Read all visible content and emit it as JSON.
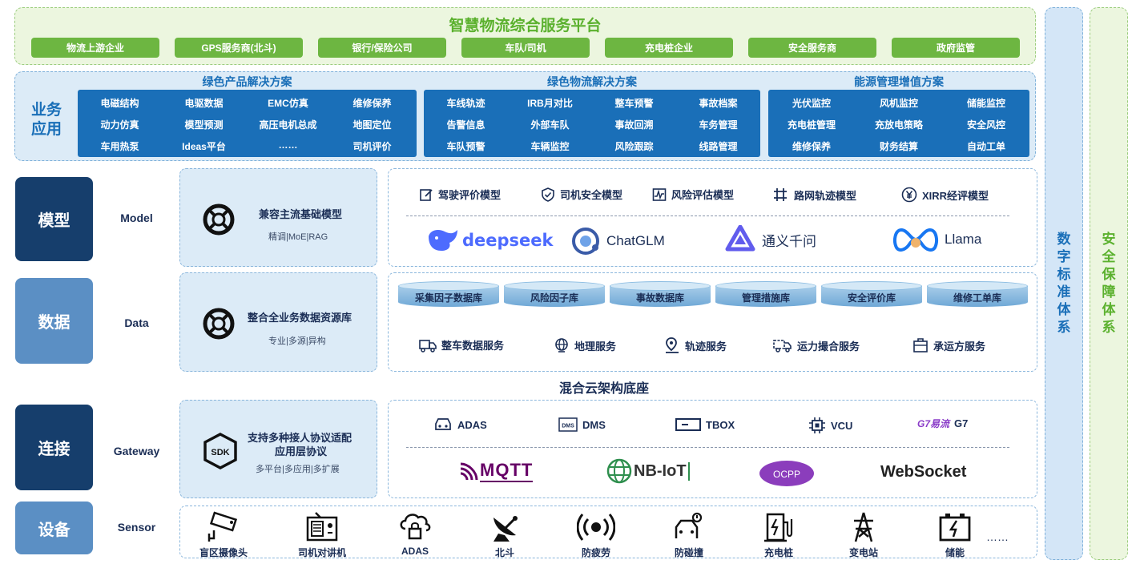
{
  "platform": {
    "title": "智慧物流综合服务平台",
    "items": [
      "物流上游企业",
      "GPS服务商(北斗)",
      "银行/保险公司",
      "车队/司机",
      "充电桩企业",
      "安全服务商",
      "政府监管"
    ]
  },
  "business": {
    "label": "业务应用",
    "panels": [
      {
        "title": "绿色产品解决方案",
        "cells": [
          [
            "电磁结构",
            "电驱数据",
            "EMC仿真",
            "维修保养"
          ],
          [
            "动力仿真",
            "模型预测",
            "高压电机总成",
            "地图定位"
          ],
          [
            "车用热泵",
            "Ideas平台",
            "……",
            "司机评价"
          ]
        ]
      },
      {
        "title": "绿色物流解决方案",
        "cells": [
          [
            "车线轨迹",
            "IRB月对比",
            "整车预警",
            "事故档案"
          ],
          [
            "告警信息",
            "外部车队",
            "事故回溯",
            "车务管理"
          ],
          [
            "车队预警",
            "车辆监控",
            "风险跟踪",
            "线路管理"
          ]
        ]
      },
      {
        "title": "能源管理增值方案",
        "cells": [
          [
            "光伏监控",
            "风机监控",
            "储能监控"
          ],
          [
            "充电桩管理",
            "充放电策略",
            "安全风控"
          ],
          [
            "维修保养",
            "财务结算",
            "自动工单"
          ]
        ]
      }
    ]
  },
  "strips": {
    "standard": "数字标准体系",
    "security": "安全保障体系"
  },
  "layers": {
    "model": {
      "label": "模型",
      "en": "Model",
      "title": "兼容主流基础模型",
      "sub": "精调|MoE|RAG",
      "tools": [
        "驾驶评价模型",
        "司机安全模型",
        "风险评估模型",
        "路网轨迹模型",
        "XIRR经评模型"
      ],
      "logos": [
        "deepseek",
        "ChatGLM",
        "通义千问",
        "Llama"
      ]
    },
    "data": {
      "label": "数据",
      "en": "Data",
      "title": "整合全业务数据资源库",
      "sub": "专业|多源|异构",
      "dbs": [
        "采集因子数据库",
        "风险因子库",
        "事故数据库",
        "管理措施库",
        "安全评价库",
        "维修工单库"
      ],
      "services": [
        "整车数据服务",
        "地理服务",
        "轨迹服务",
        "运力撮合服务",
        "承运方服务"
      ]
    },
    "cloud": "混合云架构底座",
    "gateway": {
      "label": "连接",
      "en": "Gateway",
      "title1": "支持多种接人协议适配",
      "title2": "应用层协议",
      "sub": "多平台|多应用|多扩展",
      "sdk": "SDK",
      "devices": [
        "ADAS",
        "DMS",
        "TBOX",
        "VCU",
        "G7"
      ],
      "dms_badge": "DMS",
      "g7_badge": "G7易流",
      "protocols": {
        "mqtt": "MQTT",
        "nbiot": "NB-IoT",
        "ocpp": "OCPP",
        "websocket": "WebSocket"
      }
    },
    "sensor": {
      "label": "设备",
      "en": "Sensor",
      "items": [
        "盲区摄像头",
        "司机对讲机",
        "ADAS",
        "北斗",
        "防疲劳",
        "防碰撞",
        "充电桩",
        "变电站",
        "储能"
      ],
      "more": "……"
    }
  },
  "colors": {
    "green": "#6db641",
    "blue": "#1a6fb8",
    "navy": "#163e6c",
    "mid_blue": "#5b8fc4"
  }
}
